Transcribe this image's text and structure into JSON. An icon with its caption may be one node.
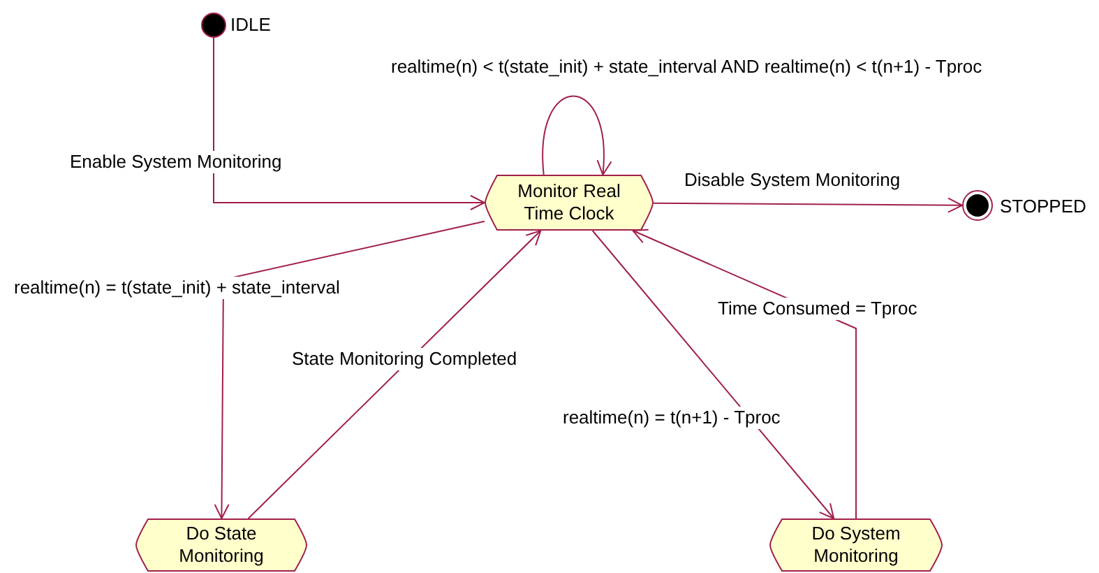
{
  "diagram": {
    "nodes": [
      {
        "text": [],
        "shape": "circle",
        "beside": [
          "IDLE"
        ]
      },
      {
        "text": [
          "Monitor Real Time Clock"
        ]
      },
      {
        "text": [],
        "shape": "circle",
        "beside": [
          "STOPPED"
        ]
      },
      {
        "text": [
          "Do State Monitoring"
        ]
      },
      {
        "text": [
          "Do System Monitoring"
        ]
      }
    ],
    "edges": [
      {
        "from": 0,
        "to": 1,
        "arrow": "to",
        "label": "Enable System Monitoring"
      },
      {
        "from": 1,
        "to": 1,
        "arrow": "to",
        "label": "realtime(n) < t(state_init) + state_interval AND realtime(n) < t(n+1) - Tproc"
      },
      {
        "from": 1,
        "to": 2,
        "arrow": "to",
        "label": "Disable System Monitoring"
      },
      {
        "from": 1,
        "to": 3,
        "arrow": "to",
        "label": "realtime(n) = t(state_init) + state_interval"
      },
      {
        "from": 3,
        "to": 1,
        "arrow": "to",
        "label": "State Monitoring Completed"
      },
      {
        "from": 1,
        "to": 4,
        "arrow": "to",
        "label": "realtime(n) = t(n+1) - Tproc"
      },
      {
        "from": 4,
        "to": 1,
        "arrow": "to",
        "label": "Time Consumed = Tproc"
      }
    ]
  }
}
